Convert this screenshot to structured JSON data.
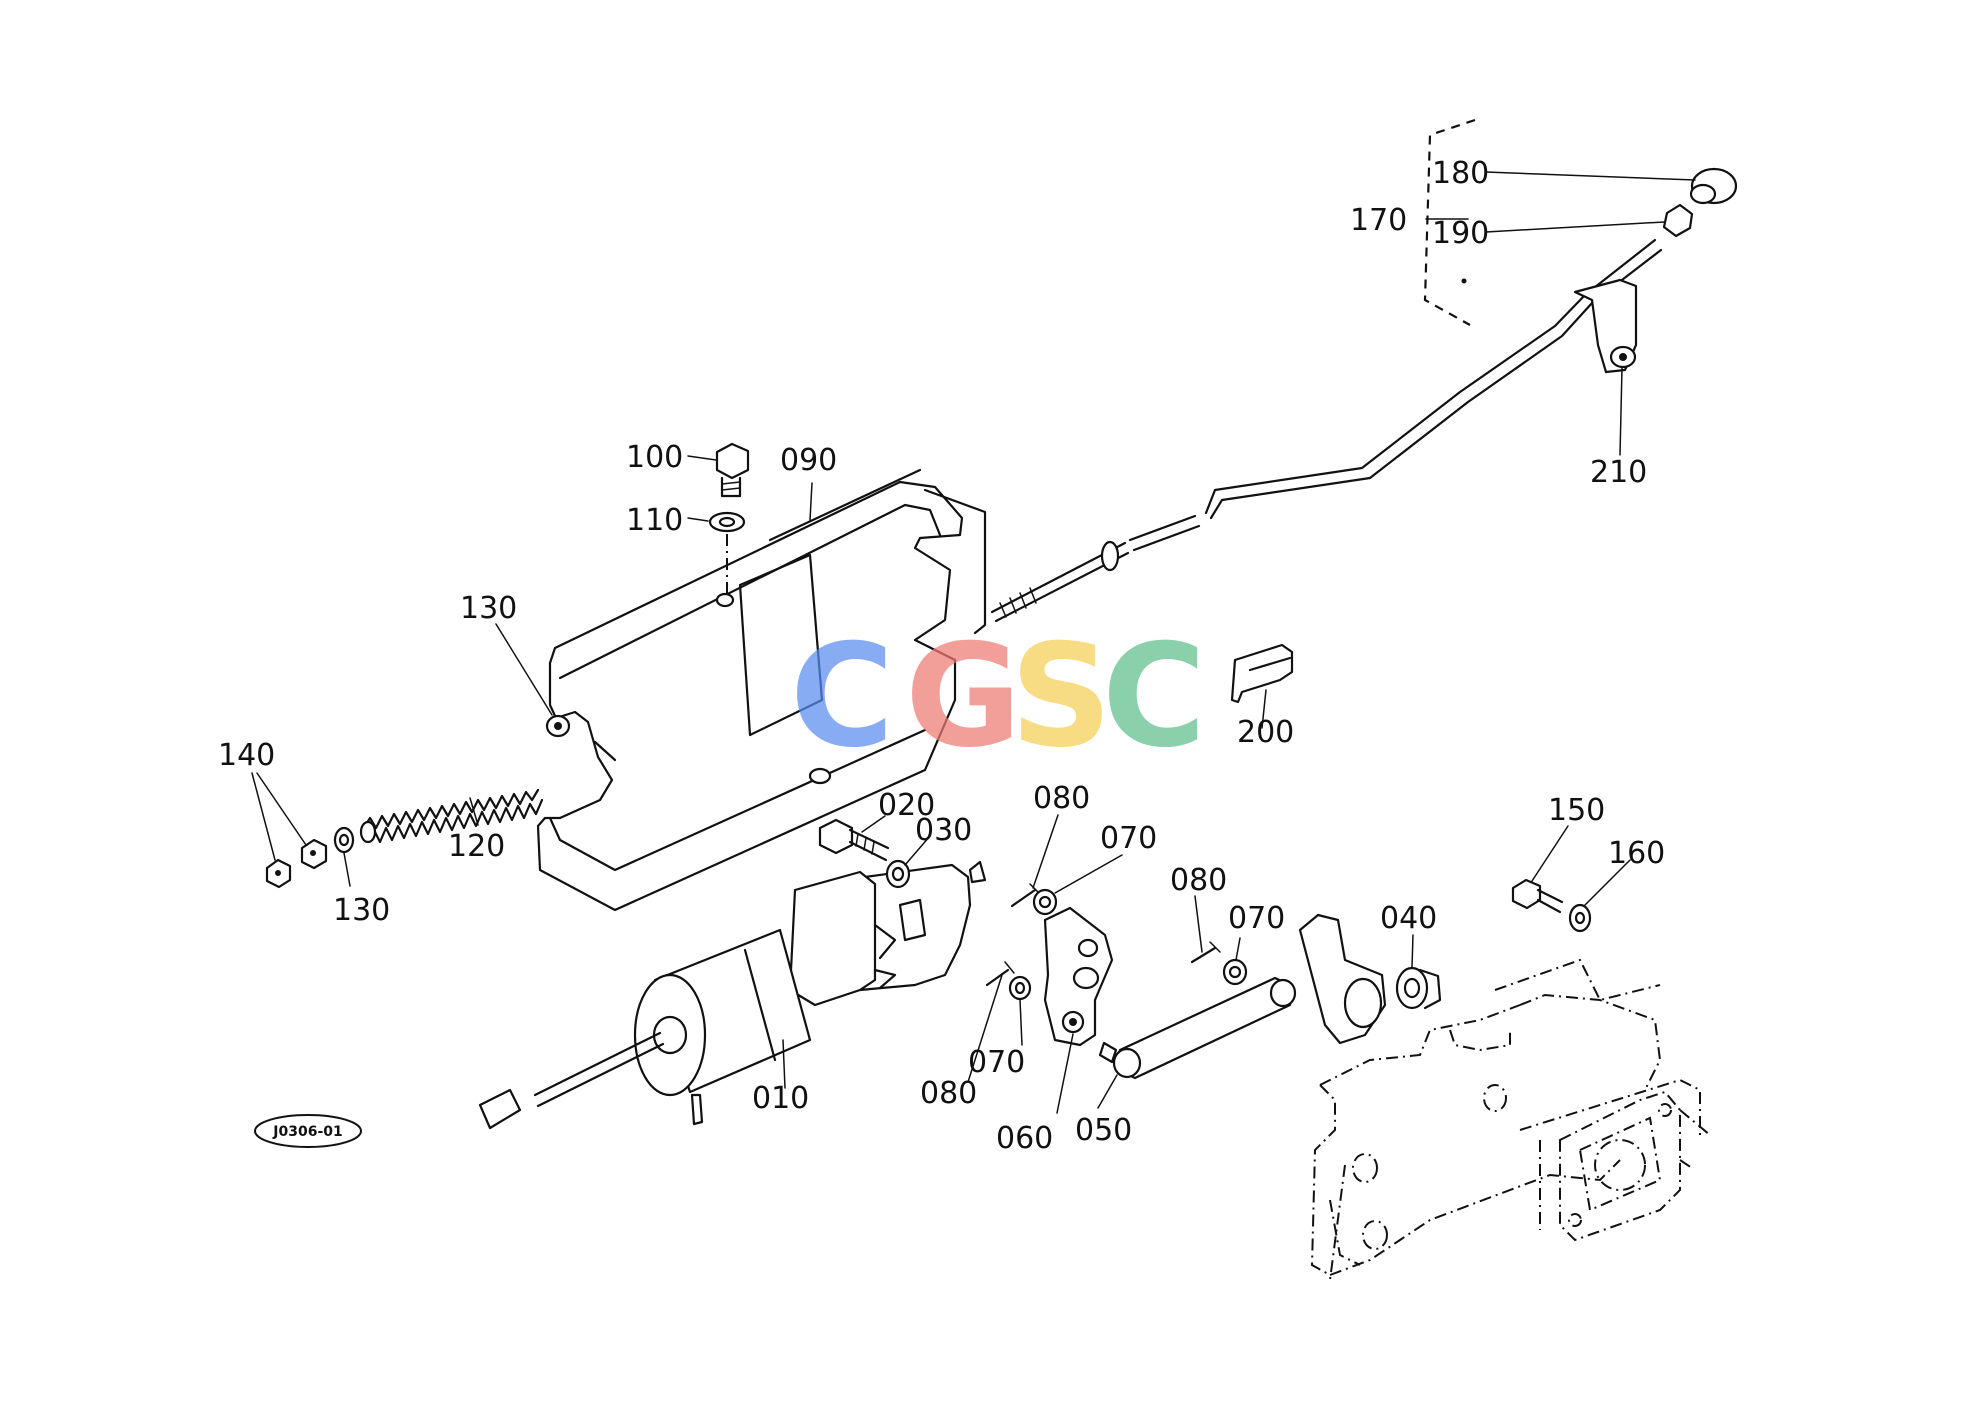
{
  "labels": {
    "p010": "010",
    "p020": "020",
    "p030": "030",
    "p040": "040",
    "p050": "050",
    "p060": "060",
    "p070_a": "070",
    "p070_b": "070",
    "p070_c": "070",
    "p080_a": "080",
    "p080_b": "080",
    "p080_c": "080",
    "p090": "090",
    "p100": "100",
    "p110": "110",
    "p120": "120",
    "p130_a": "130",
    "p130_b": "130",
    "p140": "140",
    "p150": "150",
    "p160": "160",
    "p170": "170",
    "p180": "180",
    "p190": "190",
    "p200": "200",
    "p210": "210"
  },
  "diagram_code": "J0306-01",
  "watermark": {
    "letters": [
      "C",
      "G",
      "S",
      "C"
    ],
    "colors": [
      "#5b8def",
      "#ef7b73",
      "#f6cf55",
      "#5cbf8b"
    ]
  }
}
